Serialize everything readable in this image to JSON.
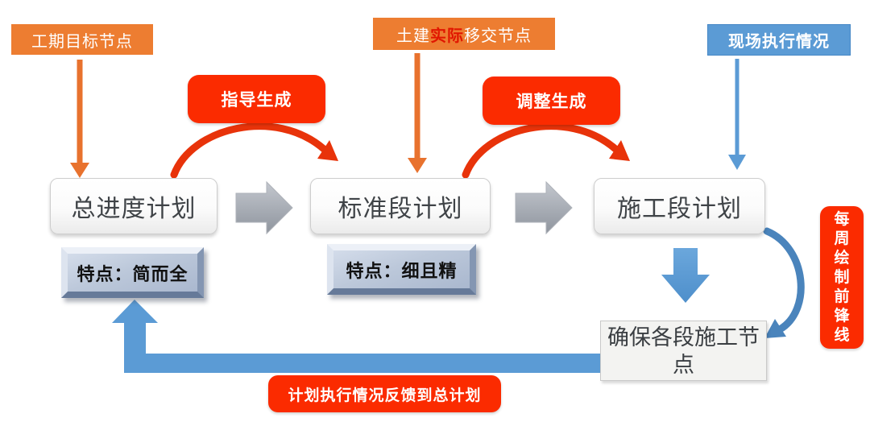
{
  "colors": {
    "orange": "#ED7D31",
    "bright_red": "#FB2B00",
    "highlight_red": "#E11600",
    "blue": "#5B9BD5",
    "arc_blue": "#4A84BC",
    "gray_arrow": "#9B9FA8",
    "plan_text": "#3F4347"
  },
  "top_labels": {
    "duration_target": "工期目标节点",
    "handover": {
      "prefix": "土建",
      "highlight": "实际",
      "suffix": "移交节点"
    },
    "site_execution": "现场执行情况"
  },
  "process_labels": {
    "guide_generate": "指导生成",
    "adjust_generate": "调整生成"
  },
  "plan_boxes": {
    "master": "总进度计划",
    "standard": "标准段计划",
    "construction": "施工段计划"
  },
  "features": {
    "master": "特点：简而全",
    "standard": "特点：细且精"
  },
  "outputs": {
    "weekly_frontline": "每周绘制前锋线",
    "ensure_nodes": "确保各段施工节点",
    "feedback": "计划执行情况反馈到总计划"
  }
}
